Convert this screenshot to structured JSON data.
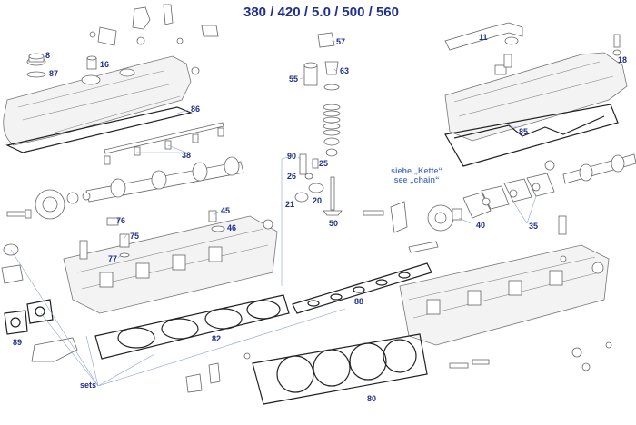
{
  "title": "380 / 420 / 5.0 / 500 / 560",
  "note": {
    "line1": "siehe „Kette“",
    "line2": "see „chain“"
  },
  "sets_label": "sets",
  "callouts": {
    "n8": "8",
    "n87": "87",
    "n16": "16",
    "n86": "86",
    "n38": "38",
    "n45": "45",
    "n46": "46",
    "n76": "76",
    "n75": "75",
    "n77": "77",
    "n89": "89",
    "n82": "82",
    "n57": "57",
    "n55": "55",
    "n63": "63",
    "n90": "90",
    "n25": "25",
    "n26": "26",
    "n21": "21",
    "n20": "20",
    "n50": "50",
    "n11": "11",
    "n18": "18",
    "n85": "85",
    "n40": "40",
    "n35": "35",
    "n88": "88",
    "n80": "80"
  }
}
